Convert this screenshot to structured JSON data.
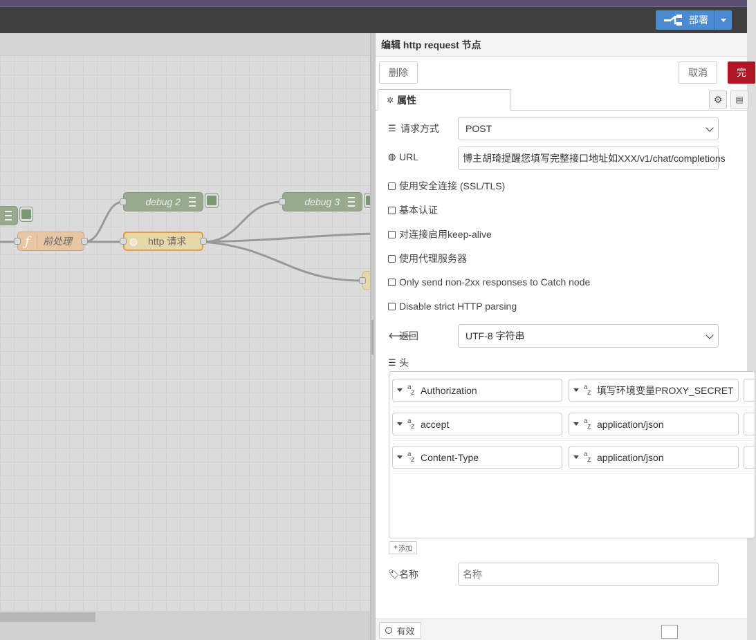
{
  "header": {
    "deploy_label": "部署"
  },
  "flow": {
    "nodes": {
      "debug2": "debug 2",
      "debug3": "debug 3",
      "preprocess": "前处理",
      "http": "http 请求"
    }
  },
  "tray": {
    "title": "编辑 http request 节点",
    "delete_label": "删除",
    "cancel_label": "取消",
    "done_label": "完",
    "tab_properties": "属性",
    "method": {
      "label": "请求方式",
      "value": "POST"
    },
    "url": {
      "label": "URL",
      "value": "博主胡琦提醒您填写完整接口地址如XXX/v1/chat/completions"
    },
    "checkboxes": [
      "使用安全连接 (SSL/TLS)",
      "基本认证",
      "对连接启用keep-alive",
      "使用代理服务器",
      "Only send non-2xx responses to Catch node",
      "Disable strict HTTP parsing"
    ],
    "return": {
      "label": "返回",
      "value": "UTF-8 字符串"
    },
    "headers": {
      "label": "头",
      "rows": [
        {
          "key": "Authorization",
          "value": "填写环境变量PROXY_SECRET"
        },
        {
          "key": "accept",
          "value": "application/json"
        },
        {
          "key": "Content-Type",
          "value": "application/json"
        }
      ],
      "add_label": "添加"
    },
    "name": {
      "label": "名称",
      "placeholder": "名称"
    },
    "footer": {
      "valid_label": "有效"
    }
  }
}
